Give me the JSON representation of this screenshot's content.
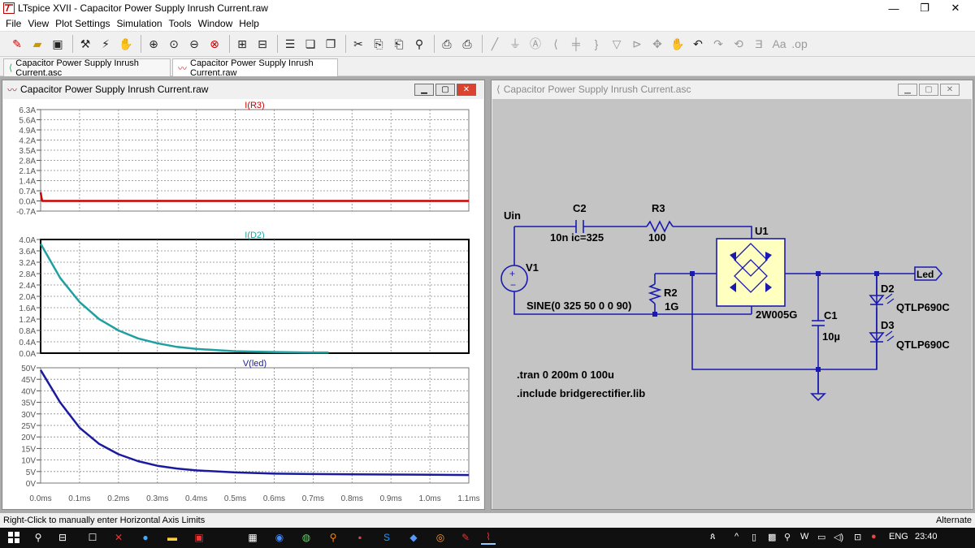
{
  "app": {
    "title": "LTspice XVII - Capacitor Power Supply Inrush Current.raw",
    "icon": "ltspice-logo-icon"
  },
  "menu": [
    "File",
    "View",
    "Plot Settings",
    "Simulation",
    "Tools",
    "Window",
    "Help"
  ],
  "tabs": [
    {
      "label": "Capacitor Power Supply Inrush Current.asc",
      "icon": "schematic-icon"
    },
    {
      "label": "Capacitor Power Supply Inrush Current.raw",
      "icon": "waveform-icon"
    }
  ],
  "waveform_window": {
    "title": "Capacitor Power Supply Inrush Current.raw",
    "x_ticks": [
      "0.0ms",
      "0.1ms",
      "0.2ms",
      "0.3ms",
      "0.4ms",
      "0.5ms",
      "0.6ms",
      "0.7ms",
      "0.8ms",
      "0.9ms",
      "1.0ms",
      "1.1ms"
    ]
  },
  "schematic_window": {
    "title": "Capacitor Power Supply Inrush Current.asc",
    "labels": {
      "uin": "Uin",
      "c2": "C2",
      "c2_value": "10n ic=325",
      "r3": "R3",
      "r3_value": "100",
      "u1": "U1",
      "u1_part": "2W005G",
      "v1": "V1",
      "v1_value": "SINE(0 325 50 0 0 90)",
      "r2": "R2",
      "r2_value": "1G",
      "c1": "C1",
      "c1_value": "10µ",
      "d2": "D2",
      "d2_part": "QTLP690C",
      "d3": "D3",
      "d3_part": "QTLP690C",
      "led": "Led",
      "tran": ".tran 0 200m 0 100u",
      "include": ".include bridgerectifier.lib"
    }
  },
  "status": {
    "left": "Right-Click to manually enter Horizontal Axis Limits",
    "right": "Alternate"
  },
  "tray": {
    "language": "ENG",
    "time": "23:40"
  },
  "chart_data": [
    {
      "type": "line",
      "title": "I(R3)",
      "x": [
        0.0,
        0.002,
        0.004,
        0.1,
        0.2,
        0.3,
        0.4,
        0.5,
        0.6,
        0.7,
        0.8,
        0.9,
        1.0,
        1.1
      ],
      "xlabel": "",
      "ylabel": "",
      "xlim": [
        0.0,
        1.1
      ],
      "ylim": [
        -0.7,
        6.3
      ],
      "y_ticks": [
        "6.3A",
        "5.6A",
        "4.9A",
        "4.2A",
        "3.5A",
        "2.8A",
        "2.1A",
        "1.4A",
        "0.7A",
        "0.0A",
        "-0.7A"
      ],
      "series": [
        {
          "name": "I(R3)",
          "color": "#cc0000",
          "values": [
            0.6,
            0.25,
            0.0,
            0.0,
            0.0,
            0.0,
            0.0,
            0.0,
            0.0,
            0.0,
            0.0,
            0.0,
            0.0,
            0.0
          ]
        }
      ]
    },
    {
      "type": "line",
      "title": "I(D2)",
      "x": [
        0.0,
        0.05,
        0.1,
        0.15,
        0.2,
        0.25,
        0.3,
        0.35,
        0.4,
        0.5,
        0.6,
        0.7,
        0.74
      ],
      "xlabel": "",
      "ylabel": "",
      "xlim": [
        0.0,
        1.1
      ],
      "ylim": [
        0.0,
        4.0
      ],
      "y_ticks": [
        "4.0A",
        "3.6A",
        "3.2A",
        "2.8A",
        "2.4A",
        "2.0A",
        "1.6A",
        "1.2A",
        "0.8A",
        "0.4A",
        "0.0A"
      ],
      "series": [
        {
          "name": "I(D2)",
          "color": "#1fa0a0",
          "values": [
            3.85,
            2.65,
            1.8,
            1.2,
            0.8,
            0.52,
            0.35,
            0.22,
            0.15,
            0.07,
            0.04,
            0.02,
            0.02
          ]
        }
      ]
    },
    {
      "type": "line",
      "title": "V(led)",
      "x": [
        0.0,
        0.05,
        0.1,
        0.15,
        0.2,
        0.25,
        0.3,
        0.35,
        0.4,
        0.5,
        0.6,
        0.7,
        0.8,
        0.9,
        1.0,
        1.1
      ],
      "xlabel": "",
      "ylabel": "",
      "xlim": [
        0.0,
        1.1
      ],
      "ylim": [
        0,
        50
      ],
      "y_ticks": [
        "50V",
        "45V",
        "40V",
        "35V",
        "30V",
        "25V",
        "20V",
        "15V",
        "10V",
        "5V",
        "0V"
      ],
      "series": [
        {
          "name": "V(led)",
          "color": "#1a1aa0",
          "values": [
            49,
            35,
            24,
            17,
            12.5,
            9.5,
            7.5,
            6.3,
            5.5,
            4.6,
            4.1,
            3.9,
            3.8,
            3.7,
            3.6,
            3.5
          ]
        }
      ]
    }
  ]
}
